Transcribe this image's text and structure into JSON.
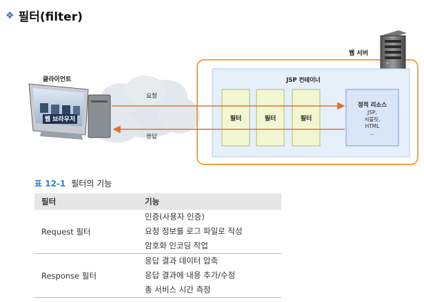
{
  "title": "필터(filter)",
  "diagram": {
    "client_label": "클라이언트",
    "browser_label": "웹 브라우저",
    "request_label": "요청",
    "response_label": "응답",
    "server_label": "웹 서버",
    "container_label": "JSP  컨테이너",
    "filters": [
      "필터",
      "필터",
      "필터"
    ],
    "static_resource": {
      "title": "정적 리소스",
      "lines": [
        "JSP,",
        "서블릿,",
        "HTML",
        ".."
      ]
    }
  },
  "table": {
    "caption_number": "표 12-1",
    "caption_text": "필터의 기능",
    "headers": [
      "필터",
      "기능"
    ],
    "rows": [
      {
        "name": "Request 필터",
        "functions": [
          "인증(사용자 인증)",
          "요청 정보를 로그 파일로 작성",
          "암호화 인코딩 작업"
        ]
      },
      {
        "name": "Response 필터",
        "functions": [
          "응답 결과 데이터 압축",
          "응답 결과에 내용 추가/수정",
          "총 서비스 시간 측정"
        ]
      }
    ]
  }
}
